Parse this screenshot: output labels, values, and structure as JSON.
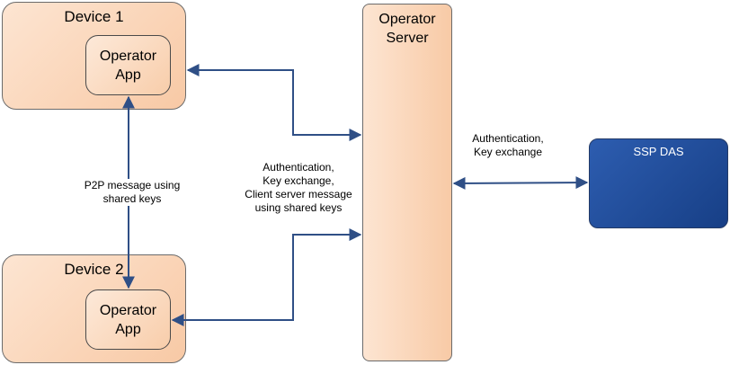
{
  "nodes": {
    "device1": {
      "title": "Device 1",
      "app": [
        "Operator",
        "App"
      ]
    },
    "device2": {
      "title": "Device 2",
      "app": [
        "Operator",
        "App"
      ]
    },
    "server": [
      "Operator",
      "Server"
    ],
    "das": "SSP DAS"
  },
  "edges": {
    "p2p": [
      "P2P message using",
      "shared keys"
    ],
    "client_server": [
      "Authentication,",
      "Key exchange,",
      "Client server message",
      "using shared keys"
    ],
    "server_das": [
      "Authentication,",
      "Key exchange"
    ]
  },
  "colors": {
    "connector": "#2f4f86",
    "device_fill": "#f8c9a5",
    "das_fill": "#1f4a96"
  }
}
